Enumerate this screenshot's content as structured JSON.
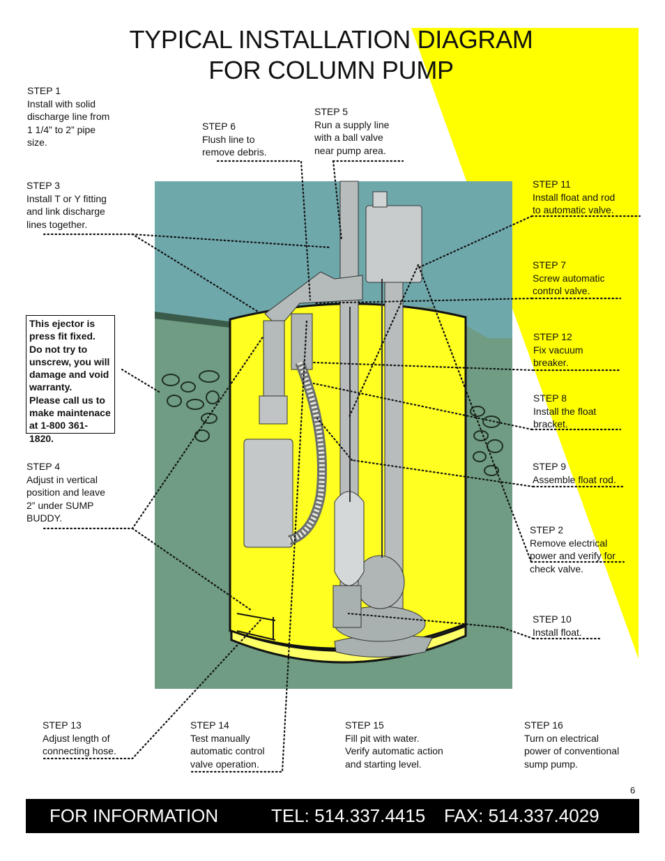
{
  "title": {
    "line1": "TYPICAL INSTALLATION DIAGRAM",
    "line2": "FOR COLUMN PUMP"
  },
  "steps": {
    "s1": "STEP  1\nInstall with solid\ndischarge line from\n1 1/4” to 2” pipe\nsize.",
    "s2": "STEP  2\nRemove electrical\npower and verify for\ncheck valve.",
    "s3": "STEP  3\nInstall T or Y fitting\nand link discharge\nlines together.",
    "s4": "STEP  4\nAdjust in vertical\nposition and leave\n2” under SUMP\nBUDDY.",
    "s5": "STEP  5\nRun a supply line\nwith a ball valve\nnear pump area.",
    "s6": "STEP  6\nFlush line to\nremove debris.",
    "s7": "STEP  7\nScrew automatic\ncontrol valve.",
    "s8": "STEP  8\nInstall the float\nbracket.",
    "s9": "STEP  9\nAssemble float rod.",
    "s10": "STEP  10\nInstall float.",
    "s11": "STEP  11\nInstall float and rod\nto automatic valve.",
    "s12": "STEP  12\nFix vacuum\nbreaker.",
    "s13": "STEP 13\nAdjust length of\nconnecting hose.",
    "s14": "STEP 14\nTest manually\nautomatic control\nvalve operation.",
    "s15": "STEP 15\nFill pit with water.\nVerify automatic action\nand starting level.",
    "s16": "STEP 16\nTurn on electrical\npower of conventional\nsump pump."
  },
  "warning": "This ejector is\npress fit fixed.\nDo not try to\nunscrew, you will\ndamage and void\nwarranty.\nPlease call us to\nmake maintenace\nat 1-800 361-1820.",
  "page_number": "6",
  "footer": {
    "label": "FOR  INFORMATION",
    "tel": "TEL: 514.337.4415",
    "fax": "FAX: 514.337.4029"
  },
  "colors": {
    "highlight_yellow": "#ffff00",
    "basement_wall": "#6fa8ab",
    "soil": "#7c9c80",
    "pit_water": "#ffff22",
    "pipe_gray": "#b8bcbc"
  }
}
